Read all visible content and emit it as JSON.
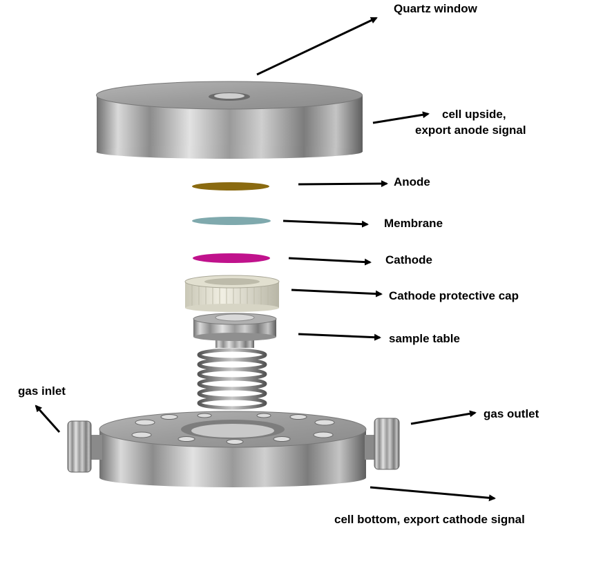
{
  "labels": {
    "quartz_window": "Quartz window",
    "cell_upside_line1": "cell upside,",
    "cell_upside_line2": "export anode signal",
    "anode": "Anode",
    "membrane": "Membrane",
    "cathode": "Cathode",
    "cathode_cap": "Cathode protective cap",
    "sample_table": "sample table",
    "gas_inlet": "gas inlet",
    "gas_outlet": "gas outlet",
    "cell_bottom": "cell bottom, export cathode signal"
  },
  "colors": {
    "anode": "#8a6a10",
    "membrane": "#7fa9ad",
    "cathode": "#c0128c",
    "cap": "#e8e6d6",
    "arrow": "#000000"
  }
}
